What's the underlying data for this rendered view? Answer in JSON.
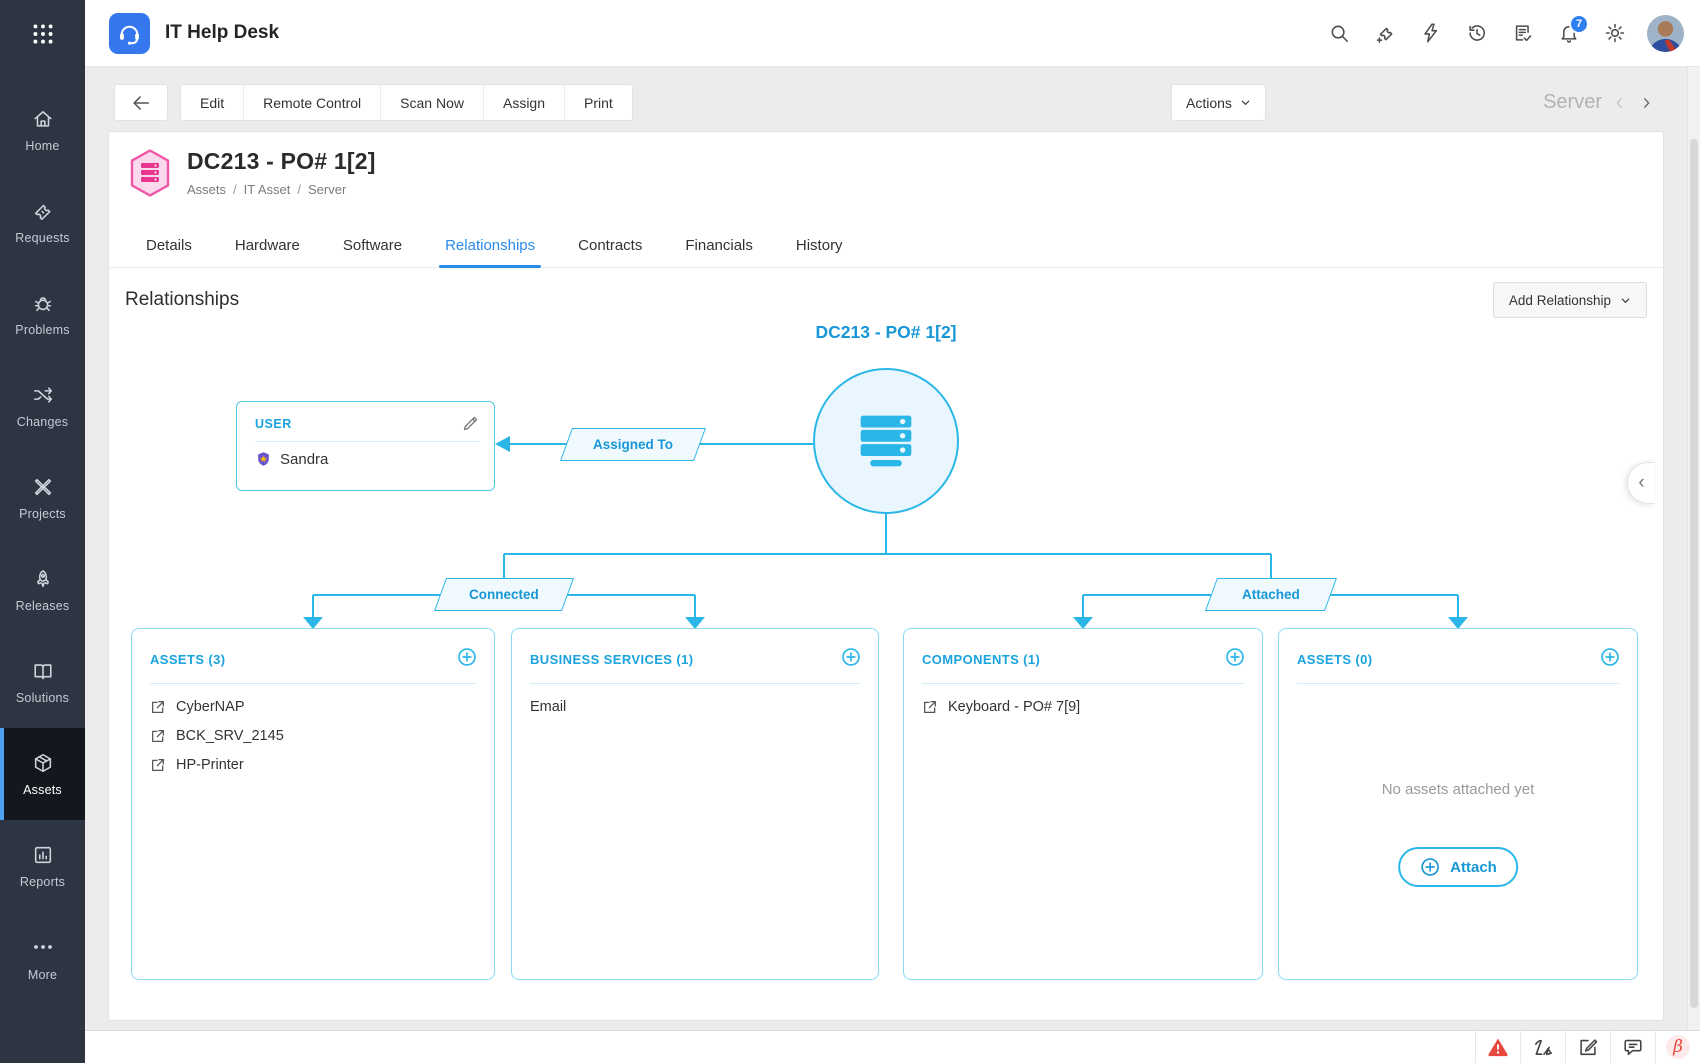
{
  "app": {
    "title": "IT Help Desk"
  },
  "header": {
    "icons": [
      {
        "icon": "search-icon"
      },
      {
        "icon": "ticket-plus-icon"
      },
      {
        "icon": "lightning-icon"
      },
      {
        "icon": "history-icon"
      },
      {
        "icon": "script-check-icon"
      },
      {
        "icon": "bell-icon",
        "badge": "7"
      },
      {
        "icon": "gear-icon"
      }
    ],
    "notification_count": "7"
  },
  "sidebar": {
    "items": [
      {
        "label": "Home",
        "icon": "home-icon",
        "active": false
      },
      {
        "label": "Requests",
        "icon": "ticket-icon",
        "active": false
      },
      {
        "label": "Problems",
        "icon": "bug-icon",
        "active": false
      },
      {
        "label": "Changes",
        "icon": "shuffle-icon",
        "active": false
      },
      {
        "label": "Projects",
        "icon": "tools-icon",
        "active": false
      },
      {
        "label": "Releases",
        "icon": "rocket-icon",
        "active": false
      },
      {
        "label": "Solutions",
        "icon": "book-icon",
        "active": false
      },
      {
        "label": "Assets",
        "icon": "cube-icon",
        "active": true
      },
      {
        "label": "Reports",
        "icon": "chart-icon",
        "active": false
      },
      {
        "label": "More",
        "icon": "dots-icon",
        "active": false
      }
    ]
  },
  "toolbar": {
    "buttons": [
      "Edit",
      "Remote Control",
      "Scan Now",
      "Assign",
      "Print"
    ],
    "actions_label": "Actions",
    "pager_label": "Server"
  },
  "asset": {
    "title": "DC213 - PO# 1[2]",
    "breadcrumb": [
      "Assets",
      "IT Asset",
      "Server"
    ],
    "breadcrumb_separator": "/"
  },
  "tabs": [
    {
      "label": "Details",
      "active": false
    },
    {
      "label": "Hardware",
      "active": false
    },
    {
      "label": "Software",
      "active": false
    },
    {
      "label": "Relationships",
      "active": true
    },
    {
      "label": "Contracts",
      "active": false
    },
    {
      "label": "Financials",
      "active": false
    },
    {
      "label": "History",
      "active": false
    }
  ],
  "relationships": {
    "heading": "Relationships",
    "add_button_label": "Add Relationship",
    "node_title": "DC213 - PO# 1[2]",
    "user_box": {
      "title": "USER",
      "user": "Sandra"
    },
    "edges": {
      "assigned_to": "Assigned To",
      "connected": "Connected",
      "attached": "Attached"
    },
    "cards": [
      {
        "title": "ASSETS (3)",
        "items": [
          "CyberNAP",
          "BCK_SRV_2145",
          "HP-Printer"
        ],
        "item_icon": "external-link-icon"
      },
      {
        "title": "BUSINESS SERVICES (1)",
        "items": [
          "Email"
        ],
        "item_icon": null
      },
      {
        "title": "COMPONENTS (1)",
        "items": [
          "Keyboard - PO# 7[9]"
        ],
        "item_icon": "external-link-icon"
      },
      {
        "title": "ASSETS (0)",
        "items": [],
        "empty_text": "No assets attached yet",
        "attach_button_label": "Attach"
      }
    ]
  },
  "footer": {
    "icons": [
      "alert-icon",
      "zia-icon",
      "compose-icon",
      "chat-icon",
      "beta-icon"
    ]
  },
  "colors": {
    "accent_cyan": "#2AB7E8",
    "cyan_text": "#1797D6",
    "active_tab": "#2A8CEA",
    "sidebar_bg": "#2C3541",
    "sidebar_active_bg": "#14181E",
    "logo_blue": "#3577EF",
    "hexagon_pink": "#EF56A5",
    "alert_red": "#E8473F",
    "badge_blue": "#2E7FF0"
  }
}
